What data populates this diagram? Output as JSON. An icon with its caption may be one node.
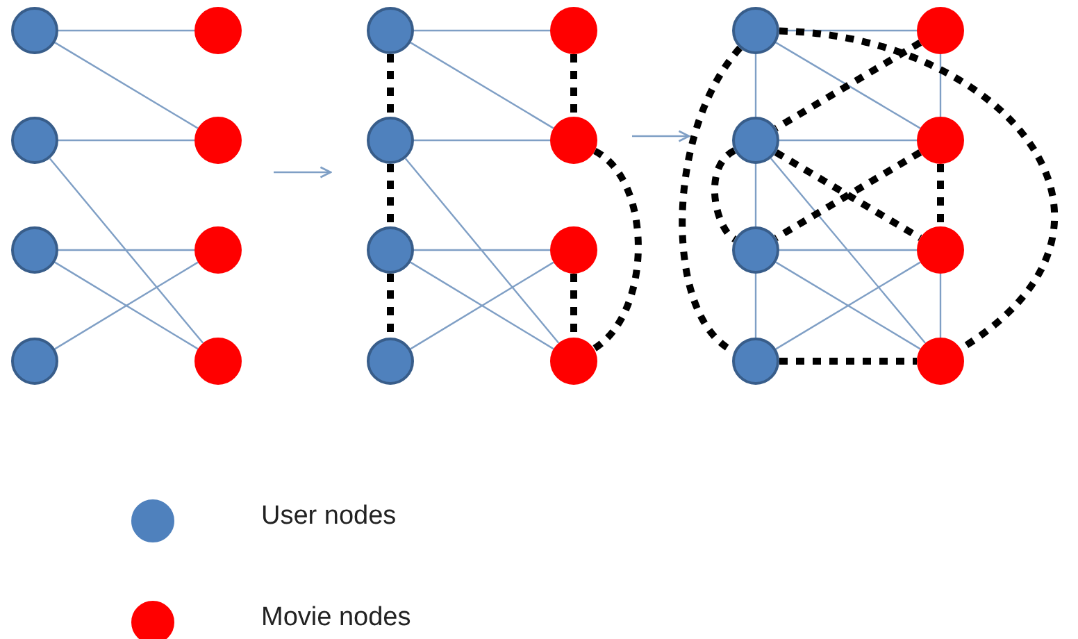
{
  "diagram": {
    "nodes": [
      {
        "text": [],
        "shape": "circle"
      },
      {
        "text": [],
        "shape": "circle"
      },
      {
        "text": [],
        "shape": "circle"
      },
      {
        "text": [],
        "shape": "circle"
      },
      {
        "text": [],
        "shape": "circle"
      },
      {
        "text": [],
        "shape": "circle"
      },
      {
        "text": [],
        "shape": "circle"
      },
      {
        "text": [],
        "shape": "circle"
      },
      {
        "text": [],
        "shape": "circle"
      },
      {
        "text": [],
        "shape": "circle"
      },
      {
        "text": [],
        "shape": "circle"
      },
      {
        "text": [],
        "shape": "circle"
      },
      {
        "text": [],
        "shape": "circle"
      },
      {
        "text": [],
        "shape": "circle"
      },
      {
        "text": [],
        "shape": "circle"
      },
      {
        "text": [],
        "shape": "circle"
      },
      {
        "text": [],
        "shape": "circle"
      },
      {
        "text": [],
        "shape": "circle"
      },
      {
        "text": [],
        "shape": "circle"
      },
      {
        "text": [],
        "shape": "circle"
      },
      {
        "text": [],
        "shape": "circle"
      },
      {
        "text": [],
        "shape": "circle"
      },
      {
        "text": [],
        "shape": "circle"
      },
      {
        "text": [],
        "shape": "circle"
      }
    ],
    "edges": [
      {
        "from": 0,
        "to": 4,
        "arrow": "none"
      },
      {
        "from": 0,
        "to": 5,
        "arrow": "none"
      },
      {
        "from": 1,
        "to": 5,
        "arrow": "none"
      },
      {
        "from": 1,
        "to": 7,
        "arrow": "none"
      },
      {
        "from": 2,
        "to": 6,
        "arrow": "none"
      },
      {
        "from": 2,
        "to": 7,
        "arrow": "none"
      },
      {
        "from": 3,
        "to": 6,
        "arrow": "none"
      },
      {
        "from": 8,
        "to": 12,
        "arrow": "none"
      },
      {
        "from": 8,
        "to": 13,
        "arrow": "none"
      },
      {
        "from": 9,
        "to": 13,
        "arrow": "none"
      },
      {
        "from": 9,
        "to": 15,
        "arrow": "none"
      },
      {
        "from": 10,
        "to": 14,
        "arrow": "none"
      },
      {
        "from": 10,
        "to": 15,
        "arrow": "none"
      },
      {
        "from": 11,
        "to": 14,
        "arrow": "none"
      },
      {
        "from": 8,
        "to": 9,
        "arrow": "none",
        "style": "dashed",
        "color": "#000000"
      },
      {
        "from": 9,
        "to": 10,
        "arrow": "none",
        "style": "dashed",
        "color": "#000000"
      },
      {
        "from": 10,
        "to": 11,
        "arrow": "none",
        "style": "dashed",
        "color": "#000000"
      },
      {
        "from": 12,
        "to": 13,
        "arrow": "none",
        "style": "dashed",
        "color": "#000000"
      },
      {
        "from": 14,
        "to": 15,
        "arrow": "none",
        "style": "dashed",
        "color": "#000000"
      },
      {
        "from": 13,
        "to": 15,
        "arrow": "none",
        "style": "dashed",
        "color": "#000000"
      },
      {
        "from": 16,
        "to": 20,
        "arrow": "none"
      },
      {
        "from": 16,
        "to": 21,
        "arrow": "none"
      },
      {
        "from": 17,
        "to": 21,
        "arrow": "none"
      },
      {
        "from": 17,
        "to": 23,
        "arrow": "none"
      },
      {
        "from": 18,
        "to": 22,
        "arrow": "none"
      },
      {
        "from": 18,
        "to": 23,
        "arrow": "none"
      },
      {
        "from": 19,
        "to": 22,
        "arrow": "none"
      },
      {
        "from": 16,
        "to": 17,
        "arrow": "none"
      },
      {
        "from": 17,
        "to": 18,
        "arrow": "none"
      },
      {
        "from": 18,
        "to": 19,
        "arrow": "none"
      },
      {
        "from": 20,
        "to": 21,
        "arrow": "none"
      },
      {
        "from": 22,
        "to": 23,
        "arrow": "none"
      },
      {
        "from": 16,
        "to": 23,
        "arrow": "none",
        "style": "dashed",
        "color": "#000000"
      },
      {
        "from": 16,
        "to": 19,
        "arrow": "none",
        "style": "dashed",
        "color": "#000000"
      },
      {
        "from": 17,
        "to": 18,
        "arrow": "none",
        "style": "dashed",
        "color": "#000000"
      },
      {
        "from": 20,
        "to": 17,
        "arrow": "none",
        "style": "dashed",
        "color": "#000000"
      },
      {
        "from": 21,
        "to": 18,
        "arrow": "none",
        "style": "dashed",
        "color": "#000000"
      },
      {
        "from": 17,
        "to": 22,
        "arrow": "none",
        "style": "dashed",
        "color": "#000000"
      },
      {
        "from": 19,
        "to": 23,
        "arrow": "none",
        "style": "dashed",
        "color": "#000000"
      },
      {
        "from": 21,
        "to": 22,
        "arrow": "none",
        "style": "dashed",
        "color": "#000000"
      }
    ],
    "legend": [
      {
        "text": "User nodes",
        "color": "#4f81bd"
      },
      {
        "text": "Movie nodes",
        "color": "#ff0000"
      }
    ]
  }
}
